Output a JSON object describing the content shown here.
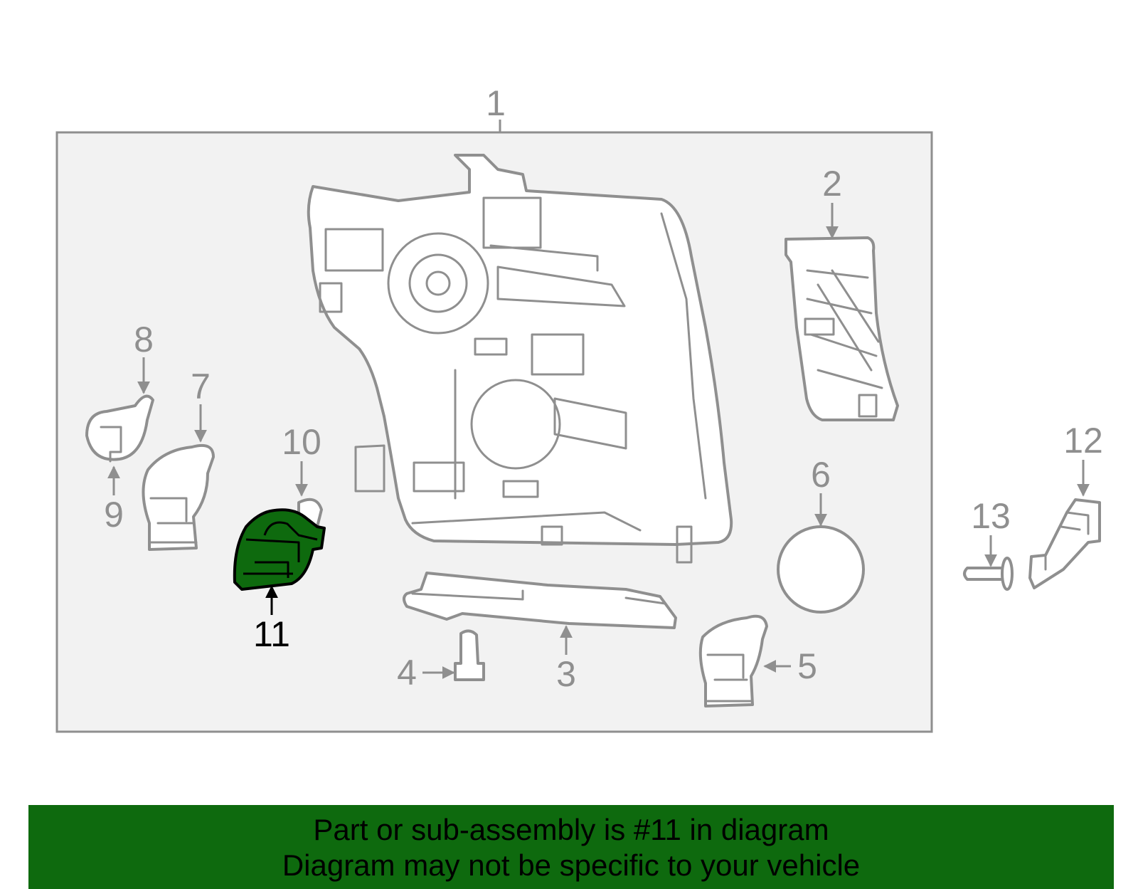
{
  "diagram": {
    "highlight_part": "11",
    "colors": {
      "line": "#8f8f8f",
      "frame_fill": "#f2f2f2",
      "highlight_fill": "#0e6a0e",
      "highlight_stroke": "#000000",
      "banner_bg": "#0e6a0e",
      "banner_text": "#000000"
    },
    "callouts": {
      "c1": "1",
      "c2": "2",
      "c3": "3",
      "c4": "4",
      "c5": "5",
      "c6": "6",
      "c7": "7",
      "c8": "8",
      "c9": "9",
      "c10": "10",
      "c11": "11",
      "c12": "12",
      "c13": "13"
    }
  },
  "banner": {
    "line1": "Part or sub-assembly is #11 in diagram",
    "line2": "Diagram may not be specific to your vehicle"
  }
}
